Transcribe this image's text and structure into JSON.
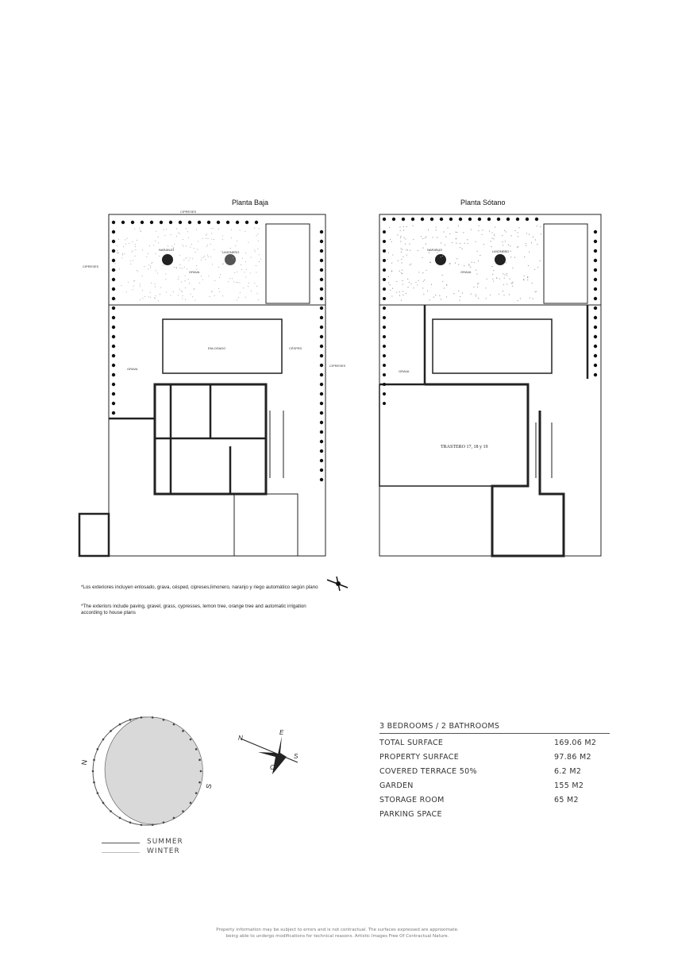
{
  "plans": {
    "ground": {
      "title": "Planta Baja",
      "labels": {
        "cypress_top": "CIPRESES",
        "cypress_left": "CIPRESES",
        "cypress_right": "CIPRESES",
        "orange": "NARANJO",
        "lemon": "LIMONERO",
        "gravel": "GRAVA",
        "gravel_side": "GRAVA",
        "paving": "ENLOSADO",
        "lawn": "CÉSPED"
      }
    },
    "basement": {
      "title": "Planta Sótano",
      "labels": {
        "orange": "NARANJO",
        "lemon": "LIMONERO",
        "gravel": "GRAVA",
        "gravel_side": "GRAVA",
        "storage": "TRASTERO 17, 18 y 19"
      }
    }
  },
  "notes": {
    "es": "*Los exteriores incluyen enlosado, grava, césped, cipreses,limonero, naranjo y riego automático según plano",
    "en": "*The exteriors include paving, gravel, grass, cypresses, lemon tree, orange tree and automatic irrigation according to house plans"
  },
  "sun": {
    "north": "N",
    "south": "S",
    "legend": {
      "summer": "SUMMER",
      "winter": "WINTER"
    }
  },
  "compass": {
    "n": "N",
    "e": "E",
    "s": "S",
    "o": "O"
  },
  "summary": {
    "heading": "3 BEDROOMS / 2 BATHROOMS",
    "rows": [
      {
        "label": "TOTAL SURFACE",
        "value": "169.06 M2"
      },
      {
        "label": "PROPERTY SURFACE",
        "value": "97.86 M2"
      },
      {
        "label": "COVERED TERRACE 50%",
        "value": "6.2 M2"
      },
      {
        "label": "GARDEN",
        "value": "155 M2"
      },
      {
        "label": "STORAGE ROOM",
        "value": "65 M2"
      },
      {
        "label": "PARKING SPACE",
        "value": ""
      }
    ]
  },
  "footer": {
    "line1": "Property information may be subject to errors and is not contractual. The surfaces expressed are approximate.",
    "line2": "being able to undergo modifications for technical reasons. Artistic Images Free Of Contractual Nature."
  }
}
